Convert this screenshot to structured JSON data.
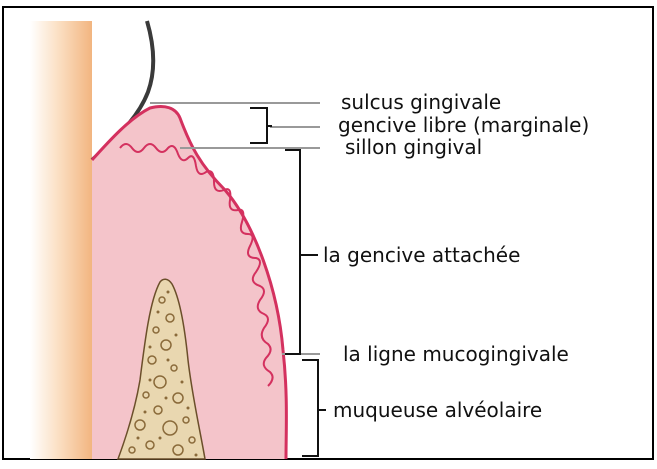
{
  "labels": {
    "sulcus": "sulcus gingivale",
    "gencive_libre": "gencive libre (marginale)",
    "sillon": "sillon gingival",
    "gencive_attachee": "la gencive attachée",
    "ligne_mucogingivale": "la ligne mucogingivale",
    "muqueuse": "muqueuse alvéolaire"
  },
  "colors": {
    "tooth_surface": "#f6c89a",
    "gingiva_fill": "#f4c4ca",
    "gingiva_edge": "#d4315f",
    "bone_fill": "#e9d7b0",
    "bone_pores": "#8a6a3a",
    "enamel_dark": "#3a3a3a",
    "leader_line": "#999999",
    "bracket": "#111111"
  }
}
